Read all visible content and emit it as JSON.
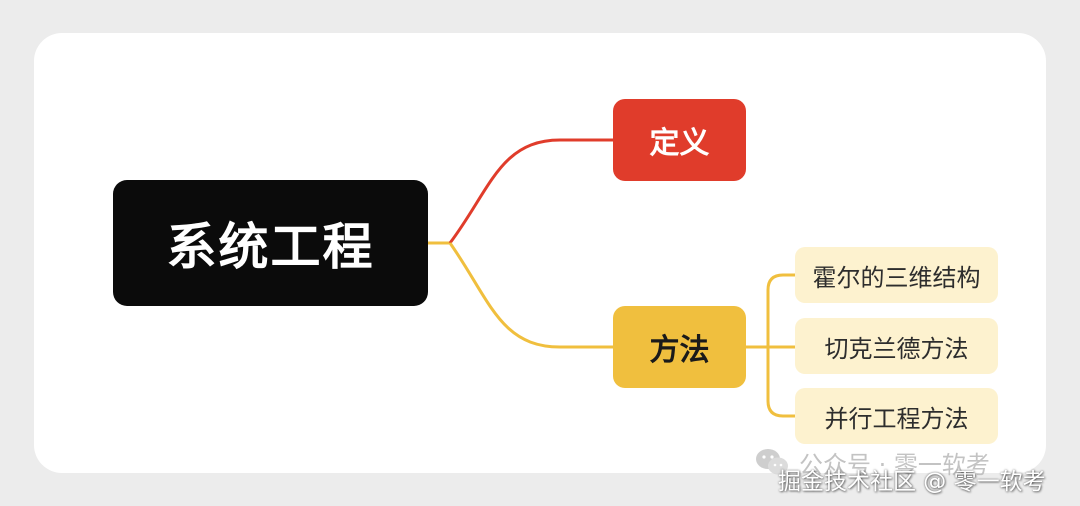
{
  "mindmap": {
    "root": {
      "label": "系统工程"
    },
    "branches": [
      {
        "label": "定义",
        "color": "#e03c2b",
        "children": []
      },
      {
        "label": "方法",
        "color": "#f0bf3e",
        "children": [
          {
            "label": "霍尔的三维结构"
          },
          {
            "label": "切克兰德方法"
          },
          {
            "label": "并行工程方法"
          }
        ]
      }
    ]
  },
  "watermark": {
    "account": "公众号 · 零一软考",
    "platform": "掘金技术社区 @ 零一软考",
    "icon": "wechat-icon"
  },
  "colors": {
    "root_fill": "#0b0b0b",
    "leaf_fill": "#fdf2cf",
    "background": "#ececec",
    "card": "#ffffff"
  }
}
